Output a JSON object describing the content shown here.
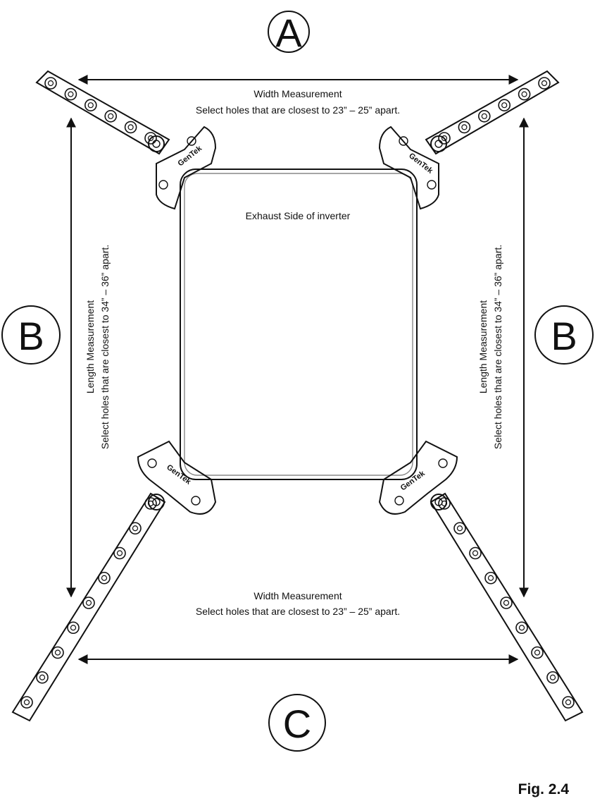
{
  "width_measurement_top": {
    "title": "Width Measurement",
    "instruction": "Select holes that are closest to 23” – 25” apart."
  },
  "width_measurement_bottom": {
    "title": "Width Measurement",
    "instruction": "Select holes that are closest to 23” – 25” apart."
  },
  "length_measurement_left": {
    "title": "Length Measurement",
    "instruction": "Select holes that are closest to 34” – 36” apart."
  },
  "length_measurement_right": {
    "title": "Length Measurement",
    "instruction": "Select holes that are closest to 34” – 36” apart."
  },
  "inverter_label": "Exhaust Side of inverter",
  "markers": {
    "top": "A",
    "left": "B",
    "right": "B",
    "bottom": "C"
  },
  "bracket_brand": "GenTek",
  "figure_label": "Fig.  2.4",
  "colors": {
    "line": "#111111",
    "background": "#ffffff"
  }
}
